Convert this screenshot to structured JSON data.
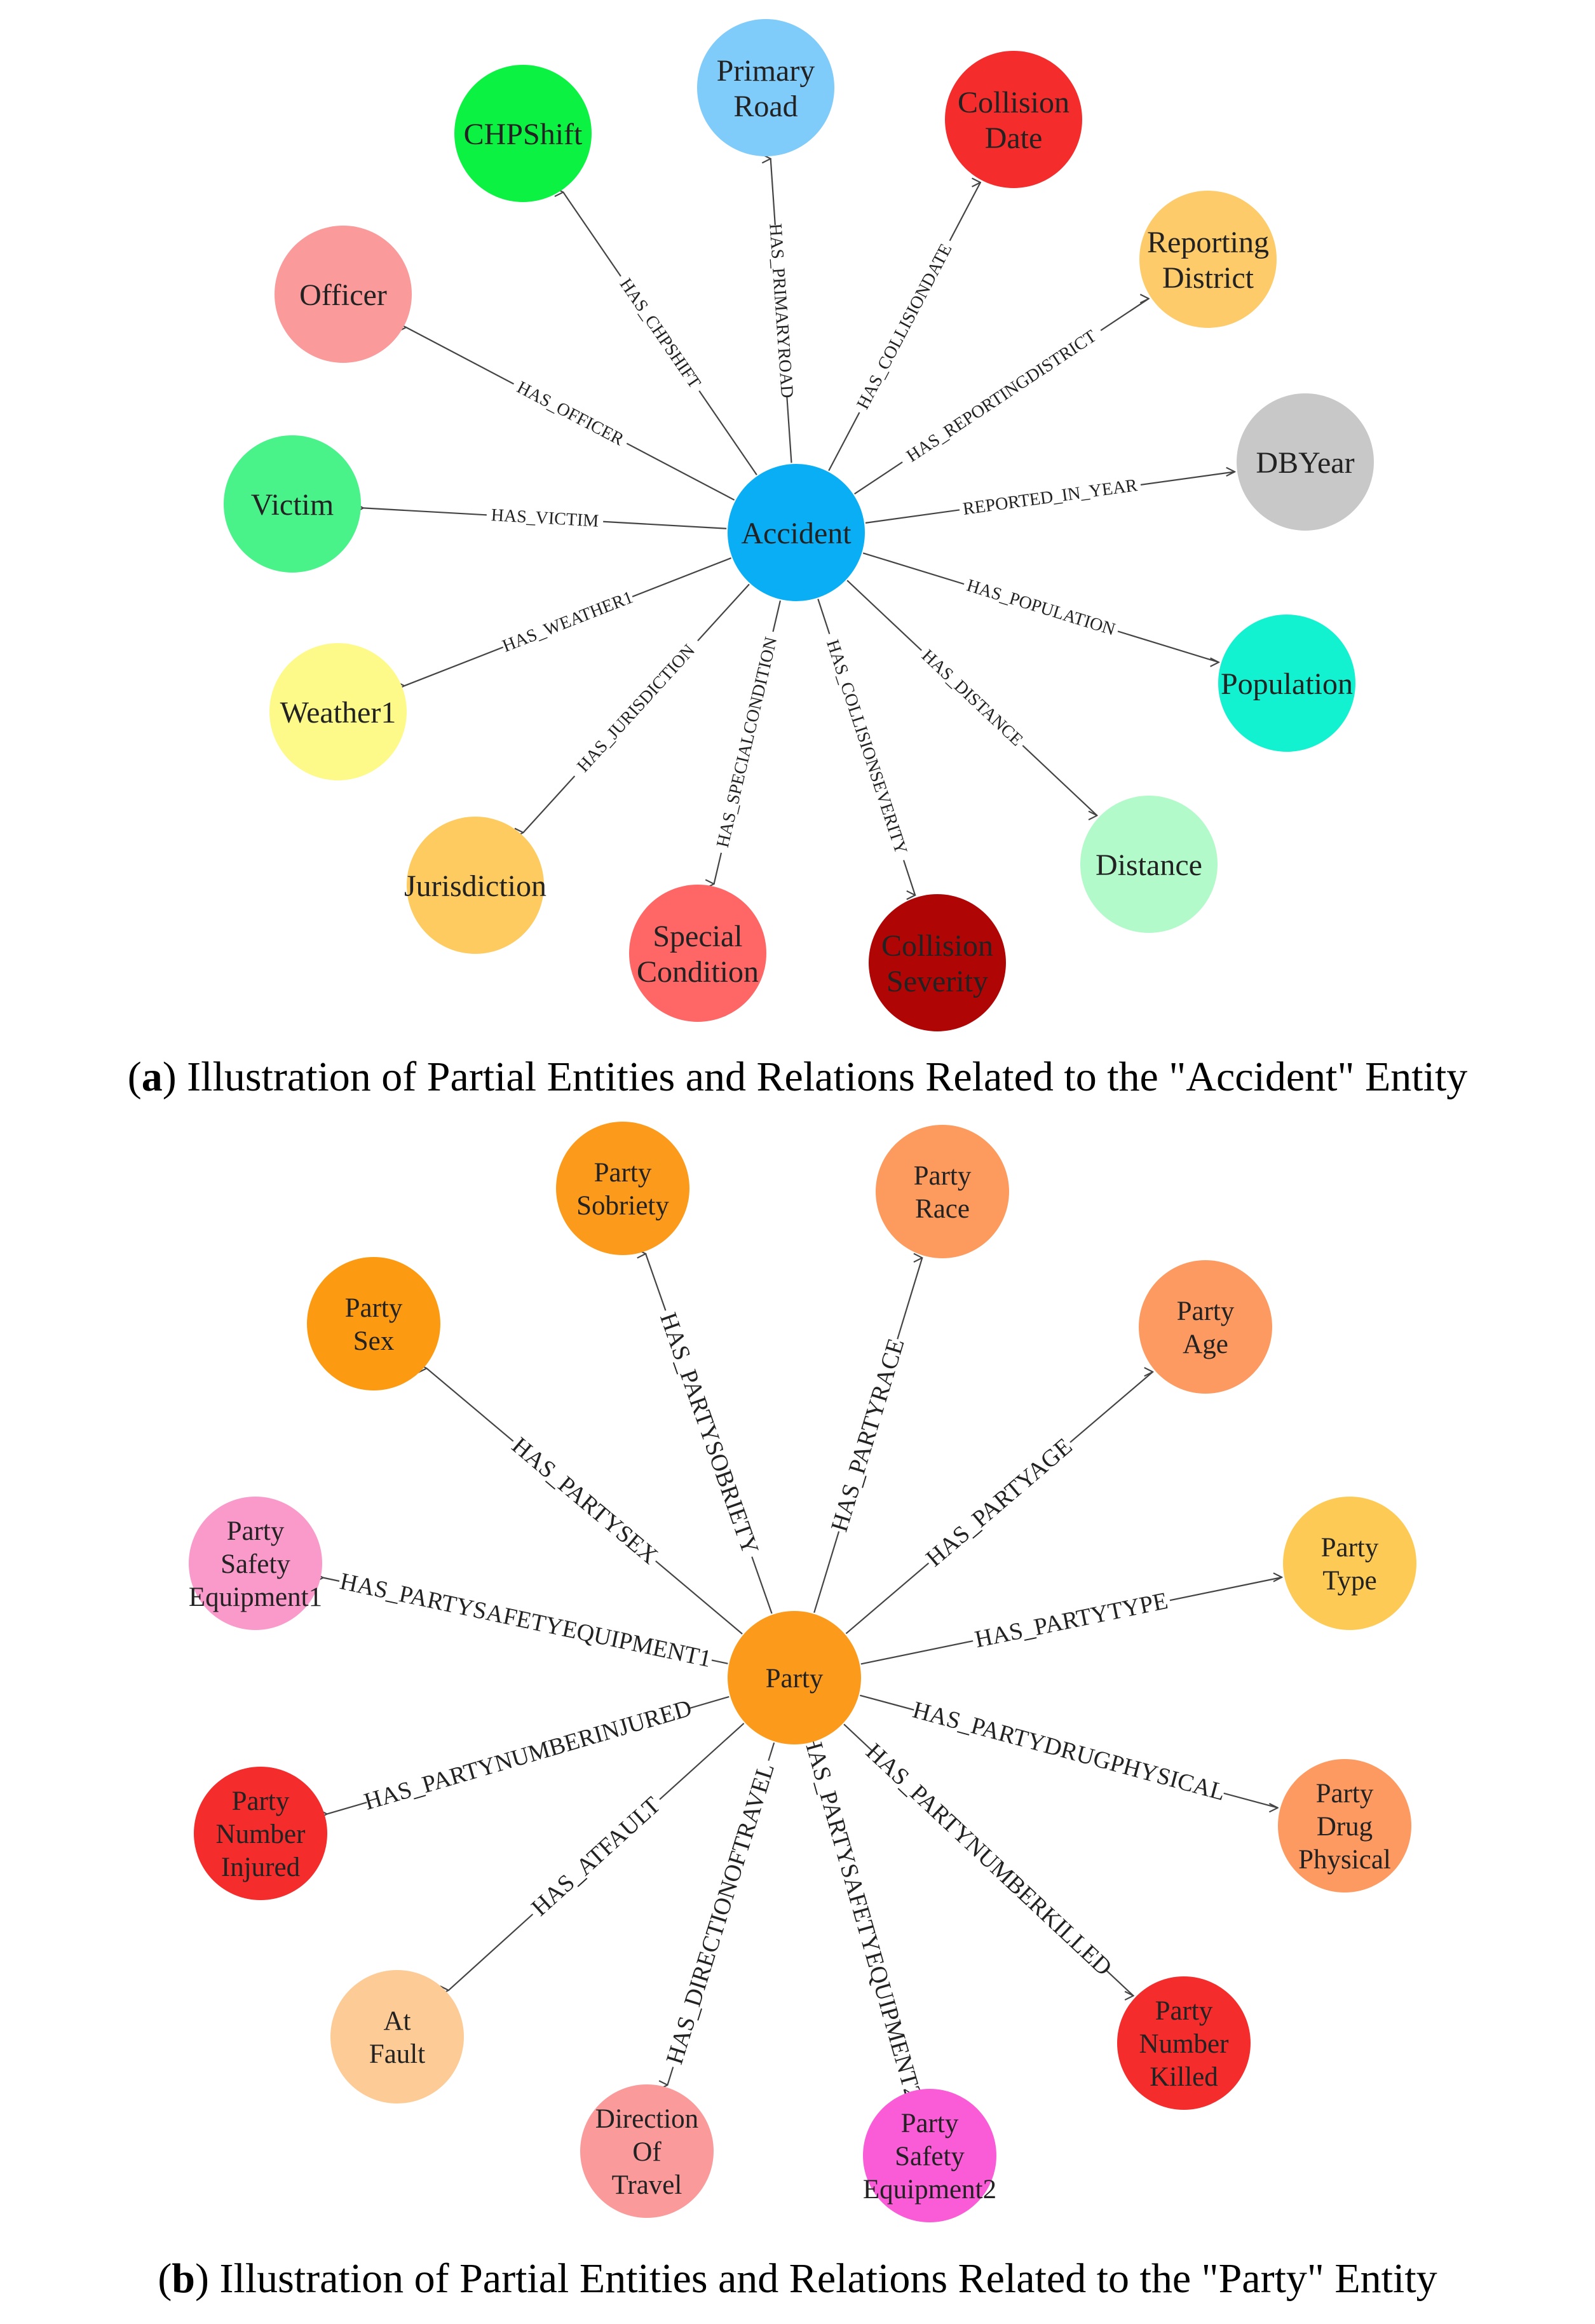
{
  "colors": {
    "edge": "#444444",
    "edge_label_bg": "#ffffff"
  },
  "diagram_a": {
    "caption_letter": "a",
    "caption_pre": "(",
    "caption_post": ") Illustration of Partial Entities and Relations Related to the \"Accident\" Entity",
    "center": {
      "id": "accident",
      "label": [
        "Accident"
      ],
      "color": "#0AAEF5"
    },
    "nodes": [
      {
        "id": "primary-road",
        "label": [
          "Primary",
          "Road"
        ],
        "color": "#7FCBFA",
        "relation": "HAS_PRIMARYROAD"
      },
      {
        "id": "collision-date",
        "label": [
          "Collision",
          "Date"
        ],
        "color": "#F42C2C",
        "relation": "HAS_COLLISIONDATE"
      },
      {
        "id": "reporting-district",
        "label": [
          "Reporting",
          "District"
        ],
        "color": "#FDCB6A",
        "relation": "HAS_REPORTINGDISTRICT"
      },
      {
        "id": "dbyear",
        "label": [
          "DBYear"
        ],
        "color": "#C8C8C8",
        "relation": "REPORTED_IN_YEAR"
      },
      {
        "id": "population",
        "label": [
          "Population"
        ],
        "color": "#12F2D0",
        "relation": "HAS_POPULATION"
      },
      {
        "id": "distance",
        "label": [
          "Distance"
        ],
        "color": "#B2FAC9",
        "relation": "HAS_DISTANCE"
      },
      {
        "id": "collision-severity",
        "label": [
          "Collision",
          "Severity"
        ],
        "color": "#B00505",
        "relation": "HAS_COLLISIONSEVERITY"
      },
      {
        "id": "special-condition",
        "label": [
          "Special",
          "Condition"
        ],
        "color": "#FF6666",
        "relation": "HAS_SPECIALCONDITION"
      },
      {
        "id": "jurisdiction",
        "label": [
          "Jurisdiction"
        ],
        "color": "#FDCB60",
        "relation": "HAS_JURISDICTION"
      },
      {
        "id": "weather1",
        "label": [
          "Weather1"
        ],
        "color": "#FDFA8A",
        "relation": "HAS_WEATHER1"
      },
      {
        "id": "victim",
        "label": [
          "Victim"
        ],
        "color": "#4AF28A",
        "relation": "HAS_VICTIM"
      },
      {
        "id": "officer",
        "label": [
          "Officer"
        ],
        "color": "#FA9A9A",
        "relation": "HAS_OFFICER"
      },
      {
        "id": "chpshift",
        "label": [
          "CHPShift"
        ],
        "color": "#0BF242",
        "relation": "HAS_CHPSHIFT"
      }
    ]
  },
  "diagram_b": {
    "caption_letter": "b",
    "caption_pre": "(",
    "caption_post": ") Illustration of Partial Entities and Relations Related to the \"Party\" Entity",
    "center": {
      "id": "party",
      "label": [
        "Party"
      ],
      "color": "#FC9A1C"
    },
    "nodes": [
      {
        "id": "party-sobriety",
        "label": [
          "Party",
          "Sobriety"
        ],
        "color": "#FC9A1C",
        "relation": "HAS_PARTYSOBRIETY"
      },
      {
        "id": "party-race",
        "label": [
          "Party",
          "Race"
        ],
        "color": "#FD9A5E",
        "relation": "HAS_PARTYRACE"
      },
      {
        "id": "party-age",
        "label": [
          "Party",
          "Age"
        ],
        "color": "#FD9A62",
        "relation": "HAS_PARTYAGE"
      },
      {
        "id": "party-type",
        "label": [
          "Party",
          "Type"
        ],
        "color": "#FDCB55",
        "relation": "HAS_PARTYTYPE"
      },
      {
        "id": "party-drug-physical",
        "label": [
          "Party",
          "Drug",
          "Physical"
        ],
        "color": "#FD9A62",
        "relation": "HAS_PARTYDRUGPHYSICAL"
      },
      {
        "id": "party-number-killed",
        "label": [
          "Party",
          "Number",
          "Killed"
        ],
        "color": "#F42C2C",
        "relation": "HAS_PARTYNUMBERKILLED"
      },
      {
        "id": "party-safety-equipment2",
        "label": [
          "Party",
          "Safety",
          "Equipment2"
        ],
        "color": "#FA5CD8",
        "relation": "HAS_PARTYSAFETYEQUIPMENT2"
      },
      {
        "id": "direction-of-travel",
        "label": [
          "Direction",
          "Of",
          "Travel"
        ],
        "color": "#FA9A9A",
        "relation": "HAS_DIRECTIONOFTRAVEL"
      },
      {
        "id": "at-fault",
        "label": [
          "At",
          "Fault"
        ],
        "color": "#FDCB95",
        "relation": "HAS_ATFAULT"
      },
      {
        "id": "party-number-injured",
        "label": [
          "Party",
          "Number",
          "Injured"
        ],
        "color": "#F42C2C",
        "relation": "HAS_PARTYNUMBERINJURED"
      },
      {
        "id": "party-safety-equipment1",
        "label": [
          "Party",
          "Safety",
          "Equipment1"
        ],
        "color": "#FA9ACB",
        "relation": "HAS_PARTYSAFETYEQUIPMENT1"
      },
      {
        "id": "party-sex",
        "label": [
          "Party",
          "Sex"
        ],
        "color": "#FC9A12",
        "relation": "HAS_PARTYSEX"
      }
    ]
  }
}
